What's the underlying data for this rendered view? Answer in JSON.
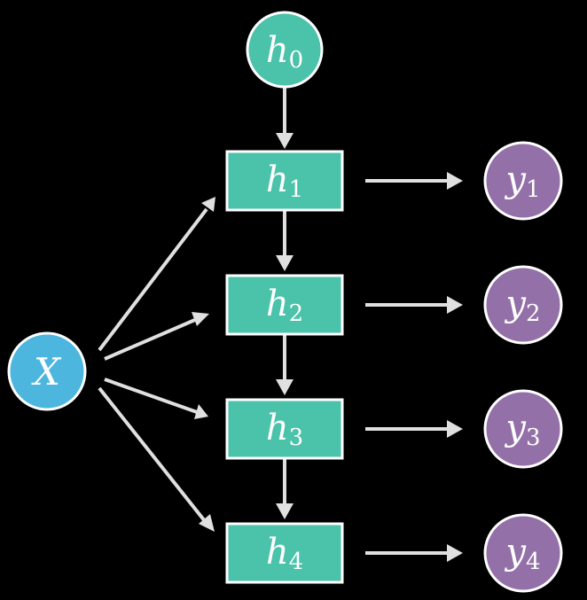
{
  "colors": {
    "background": "#000000",
    "hidden": "#4bc2aa",
    "input": "#4cb6de",
    "output": "#9470a8",
    "edge": "#e0e0e0",
    "text": "#ffffff"
  },
  "nodes": {
    "h0": {
      "base": "h",
      "sub": "0"
    },
    "x": {
      "base": "X"
    },
    "hidden": [
      {
        "base": "h",
        "sub": "1"
      },
      {
        "base": "h",
        "sub": "2"
      },
      {
        "base": "h",
        "sub": "3"
      },
      {
        "base": "h",
        "sub": "4"
      }
    ],
    "outputs": [
      {
        "base": "y",
        "sub": "1"
      },
      {
        "base": "y",
        "sub": "2"
      },
      {
        "base": "y",
        "sub": "3"
      },
      {
        "base": "y",
        "sub": "4"
      }
    ]
  }
}
